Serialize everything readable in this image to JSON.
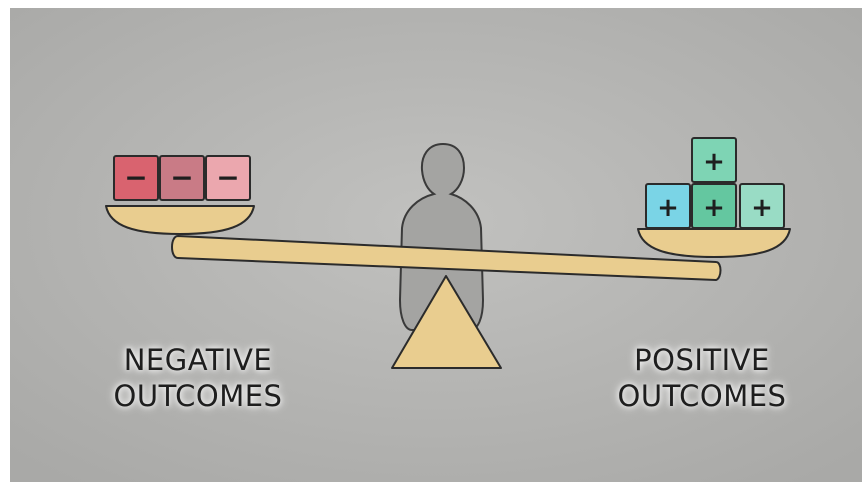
{
  "colors": {
    "background": "#b5b5b3",
    "plank": "#e9cd8f",
    "fulcrum": "#e9cd8f",
    "negative_blocks": [
      "#d9636f",
      "#c97b86",
      "#eba7ae"
    ],
    "positive_blocks": [
      "#7ed4b4",
      "#7ad4e6",
      "#64c7a0",
      "#99dcc5"
    ],
    "outline": "#2b2b2b"
  },
  "diagram": {
    "type": "balance-scale",
    "tilt": "positive side lower",
    "negative_side": {
      "block_symbols": [
        "−",
        "−",
        "−"
      ],
      "caption_line1": "NEGATIVE",
      "caption_line2": "OUTCOMES"
    },
    "positive_side": {
      "block_symbols": [
        "+",
        "+",
        "+",
        "+"
      ],
      "caption_line1": "POSITIVE",
      "caption_line2": "OUTCOMES"
    }
  }
}
